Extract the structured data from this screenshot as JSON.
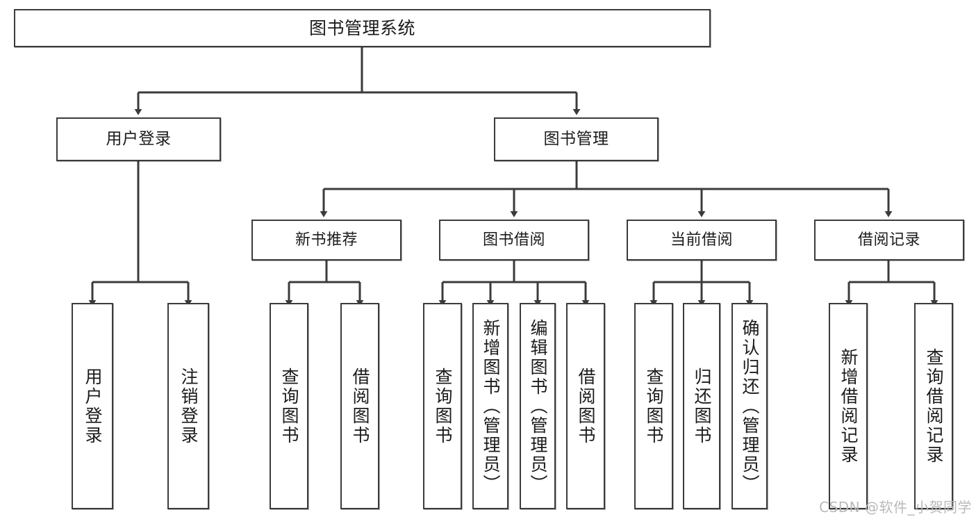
{
  "diagram": {
    "type": "hierarchy-tree",
    "title": "图书管理系统",
    "root": {
      "label": "图书管理系统"
    },
    "level2": [
      {
        "label": "用户登录"
      },
      {
        "label": "图书管理"
      }
    ],
    "level3": [
      {
        "label": "新书推荐"
      },
      {
        "label": "图书借阅"
      },
      {
        "label": "当前借阅"
      },
      {
        "label": "借阅记录"
      }
    ],
    "leaves": {
      "user_login": [
        {
          "label": "用户登录"
        },
        {
          "label": "注销登录"
        }
      ],
      "new_book_recommend": [
        {
          "label": "查询图书"
        },
        {
          "label": "借阅图书"
        }
      ],
      "book_borrow": [
        {
          "label": "查询图书"
        },
        {
          "label": "新增图书（管理员）"
        },
        {
          "label": "编辑图书（管理员）"
        },
        {
          "label": "借阅图书"
        }
      ],
      "current_borrow": [
        {
          "label": "查询图书"
        },
        {
          "label": "归还图书"
        },
        {
          "label": "确认归还（管理员）"
        }
      ],
      "borrow_record": [
        {
          "label": "新增借阅记录"
        },
        {
          "label": "查询借阅记录"
        }
      ]
    }
  },
  "watermark": {
    "text": "CSDN @软件_小贺同学"
  },
  "colors": {
    "box_border": "#3b3b3b",
    "box_fill": "#ffffff",
    "line": "#3b3b3b",
    "text": "#1b1b1b",
    "watermark": "#b9b9b9"
  }
}
